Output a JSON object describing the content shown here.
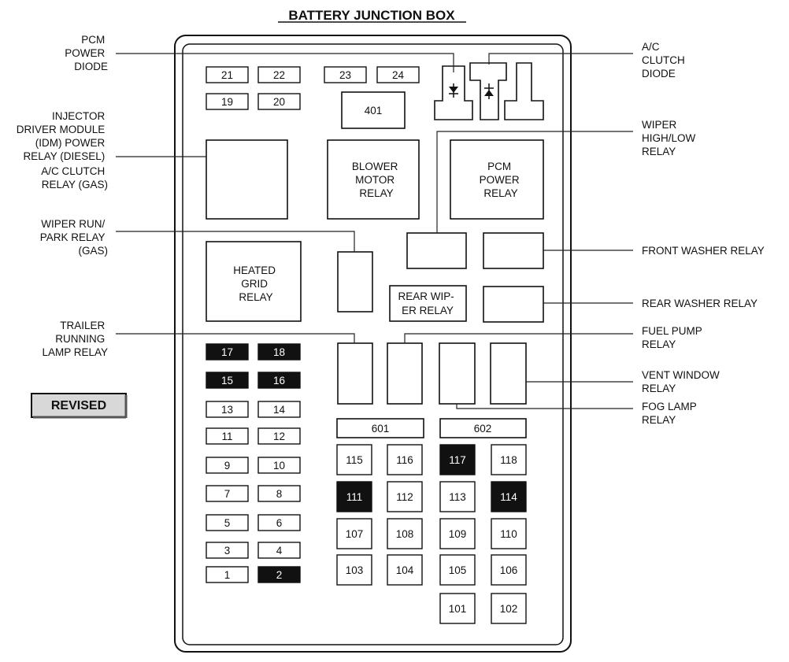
{
  "title": "BATTERY JUNCTION BOX",
  "badge": "REVISED",
  "small_fuses": [
    {
      "id": "21",
      "dark": false
    },
    {
      "id": "22",
      "dark": false
    },
    {
      "id": "23",
      "dark": false
    },
    {
      "id": "24",
      "dark": false
    },
    {
      "id": "19",
      "dark": false
    },
    {
      "id": "20",
      "dark": false
    },
    {
      "id": "17",
      "dark": true
    },
    {
      "id": "18",
      "dark": true
    },
    {
      "id": "15",
      "dark": true
    },
    {
      "id": "16",
      "dark": true
    },
    {
      "id": "13",
      "dark": false
    },
    {
      "id": "14",
      "dark": false
    },
    {
      "id": "11",
      "dark": false
    },
    {
      "id": "12",
      "dark": false
    },
    {
      "id": "9",
      "dark": false
    },
    {
      "id": "10",
      "dark": false
    },
    {
      "id": "7",
      "dark": false
    },
    {
      "id": "8",
      "dark": false
    },
    {
      "id": "5",
      "dark": false
    },
    {
      "id": "6",
      "dark": false
    },
    {
      "id": "3",
      "dark": false
    },
    {
      "id": "4",
      "dark": false
    },
    {
      "id": "1",
      "dark": false
    },
    {
      "id": "2",
      "dark": true
    }
  ],
  "maxi_fuses": [
    {
      "id": "115",
      "dark": false
    },
    {
      "id": "116",
      "dark": false
    },
    {
      "id": "117",
      "dark": true
    },
    {
      "id": "118",
      "dark": false
    },
    {
      "id": "111",
      "dark": true
    },
    {
      "id": "112",
      "dark": false
    },
    {
      "id": "113",
      "dark": false
    },
    {
      "id": "114",
      "dark": true
    },
    {
      "id": "107",
      "dark": false
    },
    {
      "id": "108",
      "dark": false
    },
    {
      "id": "109",
      "dark": false
    },
    {
      "id": "110",
      "dark": false
    },
    {
      "id": "103",
      "dark": false
    },
    {
      "id": "104",
      "dark": false
    },
    {
      "id": "105",
      "dark": false
    },
    {
      "id": "106",
      "dark": false
    },
    {
      "id": "101",
      "dark": false
    },
    {
      "id": "102",
      "dark": false
    }
  ],
  "cartridge_fuses": [
    "601",
    "602"
  ],
  "fuse_401": "401",
  "internal_relays": {
    "blower": [
      "BLOWER",
      "MOTOR",
      "RELAY"
    ],
    "pcm": [
      "PCM",
      "POWER",
      "RELAY"
    ],
    "heated": [
      "HEATED",
      "GRID",
      "RELAY"
    ],
    "rear_wiper": [
      "REAR WIP-",
      "ER RELAY"
    ]
  },
  "callouts": {
    "pcm_diode": [
      "PCM",
      "POWER",
      "DIODE"
    ],
    "idm": [
      "INJECTOR",
      "DRIVER MODULE",
      "(IDM) POWER",
      "RELAY (DIESEL)",
      "A/C CLUTCH",
      "RELAY (GAS)"
    ],
    "wiper_run": [
      "WIPER RUN/",
      "PARK  RELAY",
      "(GAS)"
    ],
    "trailer": [
      "TRAILER",
      "RUNNING",
      "LAMP RELAY"
    ],
    "ac_diode": [
      "A/C",
      "CLUTCH",
      "DIODE"
    ],
    "wiper_hl": [
      "WIPER",
      "HIGH/LOW",
      "RELAY"
    ],
    "front_washer": [
      "FRONT WASHER RELAY"
    ],
    "rear_washer": [
      "REAR WASHER RELAY"
    ],
    "fuel_pump": [
      "FUEL PUMP",
      "RELAY"
    ],
    "vent_window": [
      "VENT WINDOW",
      "RELAY"
    ],
    "fog_lamp": [
      "FOG LAMP",
      "RELAY"
    ]
  },
  "colors": {
    "ink": "#111111",
    "badge_bg": "#d8d8d8",
    "paper": "#ffffff"
  }
}
